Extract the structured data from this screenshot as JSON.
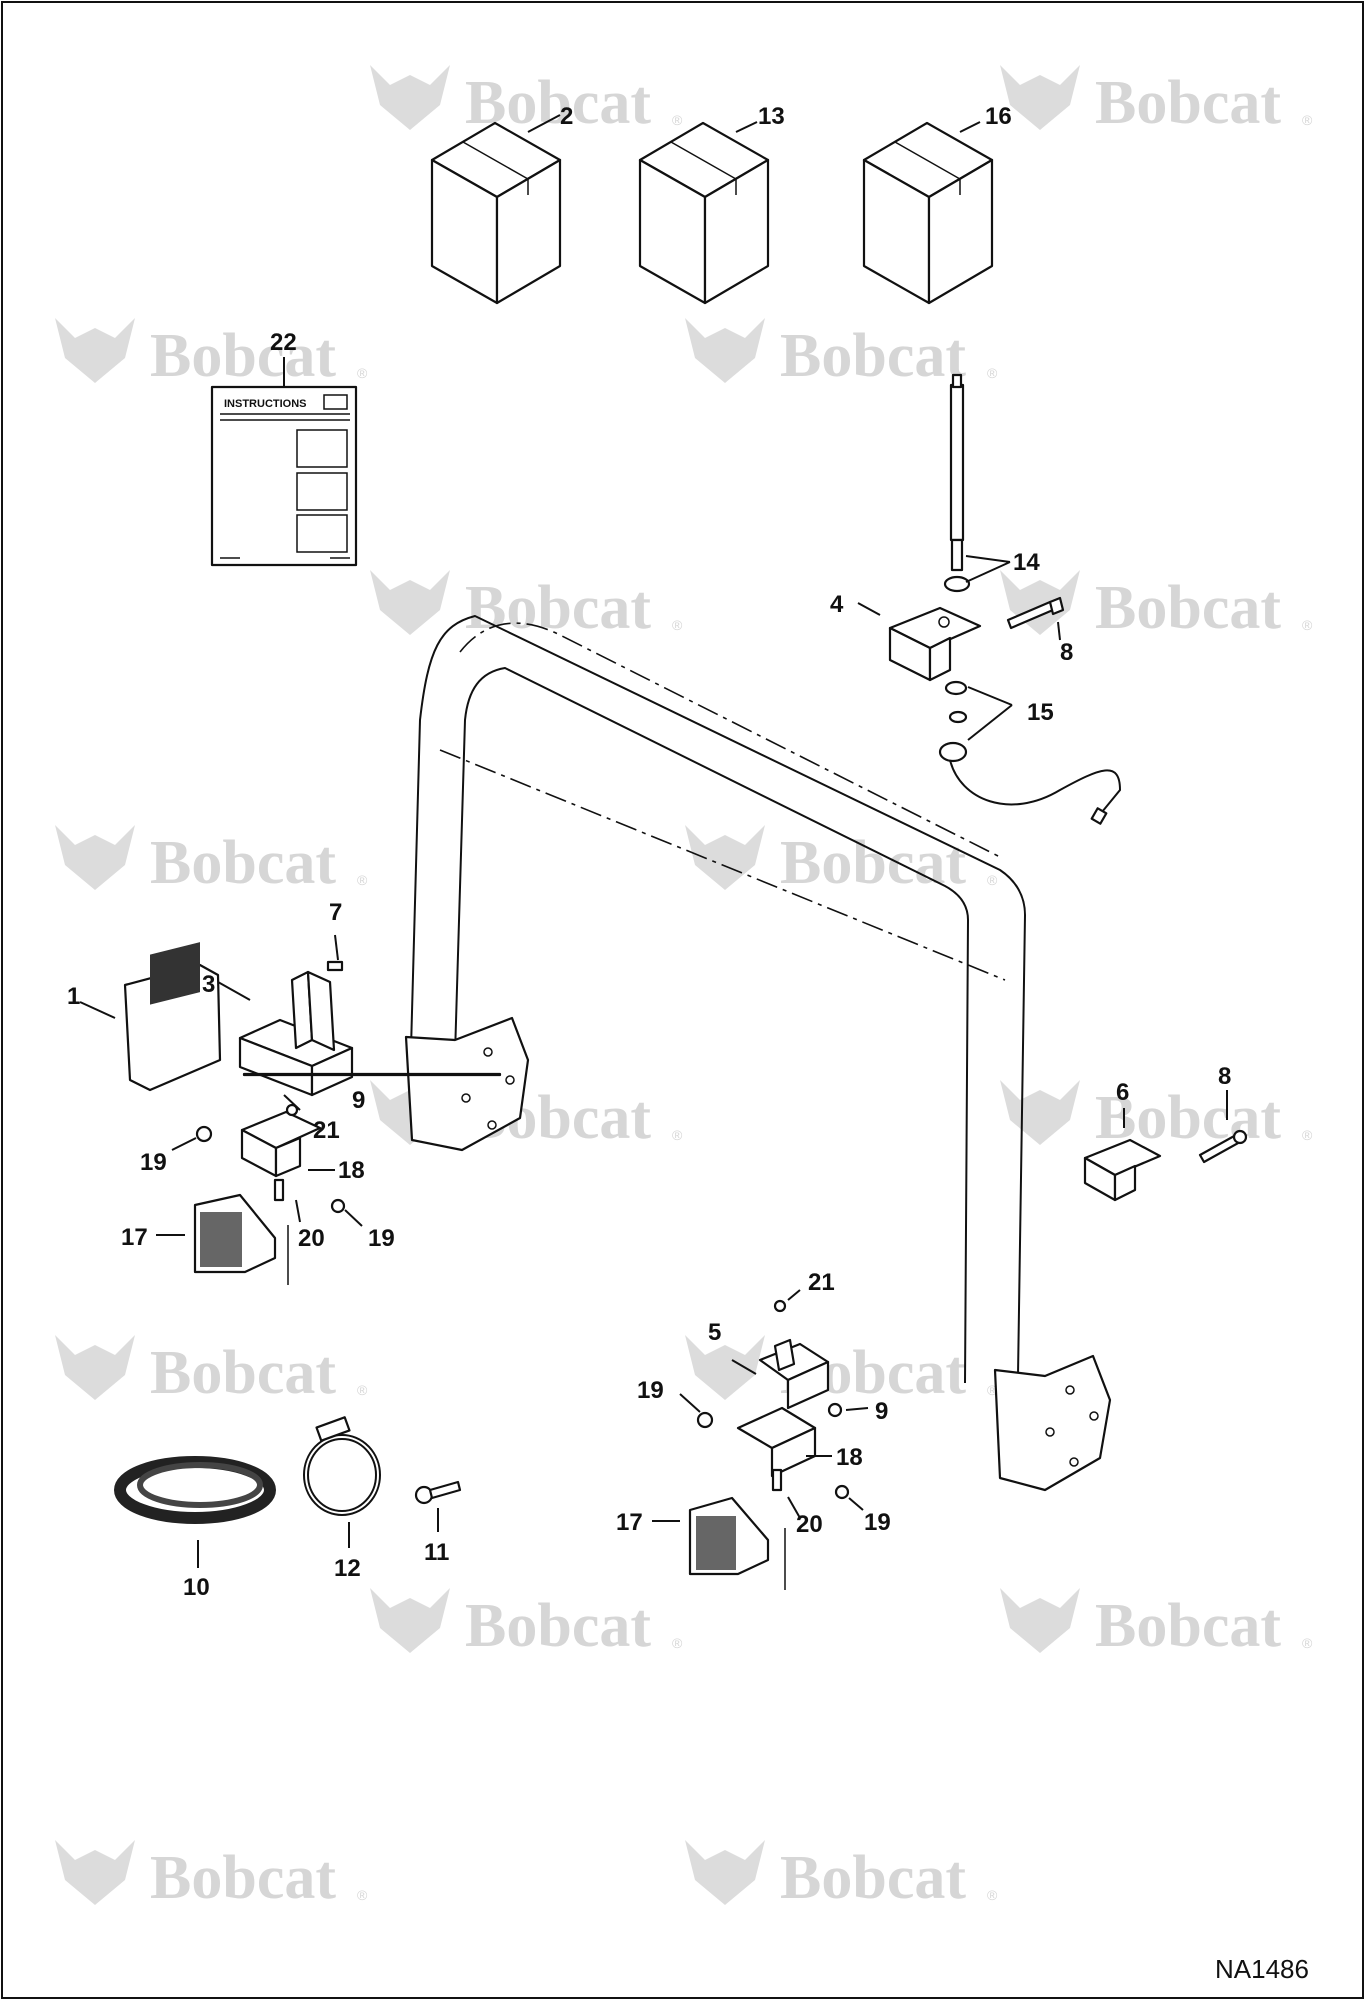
{
  "watermark": {
    "brand": "Bobcat",
    "mark": "®"
  },
  "drawing_code": "NA1486",
  "instructions_sheet": {
    "heading": "INSTRUCTIONS"
  },
  "callouts": {
    "c1": "1",
    "c2": "2",
    "c3": "3",
    "c4": "4",
    "c5": "5",
    "c6": "6",
    "c7": "7",
    "c8a": "8",
    "c8b": "8",
    "c9a": "9",
    "c9b": "9",
    "c10": "10",
    "c11": "11",
    "c12": "12",
    "c13": "13",
    "c14": "14",
    "c15": "15",
    "c16": "16",
    "c17a": "17",
    "c17b": "17",
    "c18a": "18",
    "c18b": "18",
    "c19a": "19",
    "c19b": "19",
    "c19c": "19",
    "c19d": "19",
    "c20a": "20",
    "c20b": "20",
    "c21a": "21",
    "c21b": "21",
    "c22": "22"
  }
}
